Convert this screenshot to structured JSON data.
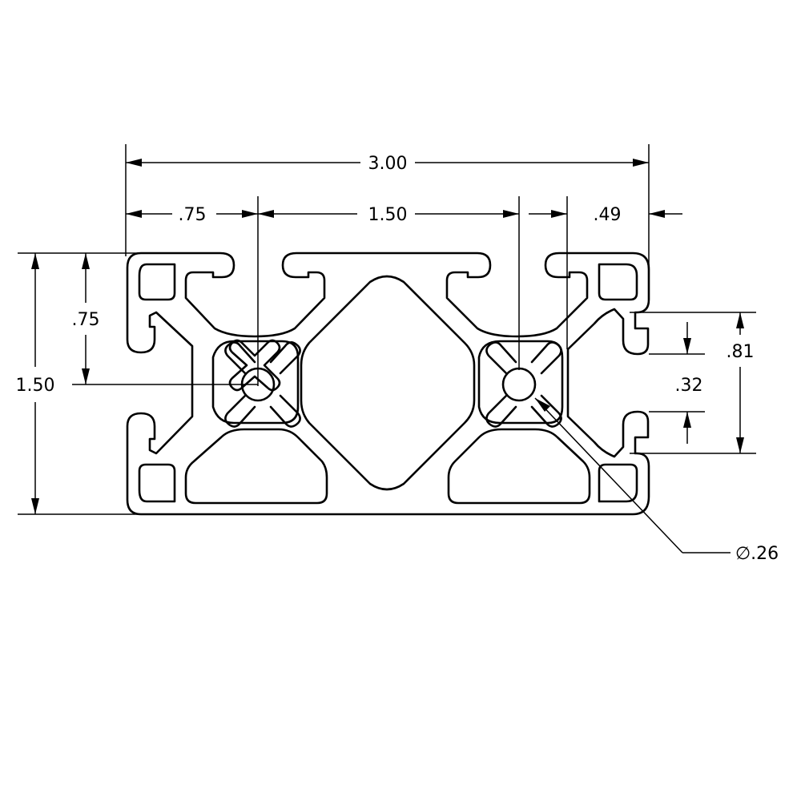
{
  "drawing": {
    "dimensions": {
      "overall_width": "3.00",
      "left_slot_offset": ".75",
      "slot_spacing": "1.50",
      "right_offset": ".49",
      "overall_height": "1.50",
      "slot_height_offset": ".75",
      "slot_opening_outer": ".81",
      "slot_opening_inner": ".32",
      "bore_diameter": "∅.26"
    }
  }
}
